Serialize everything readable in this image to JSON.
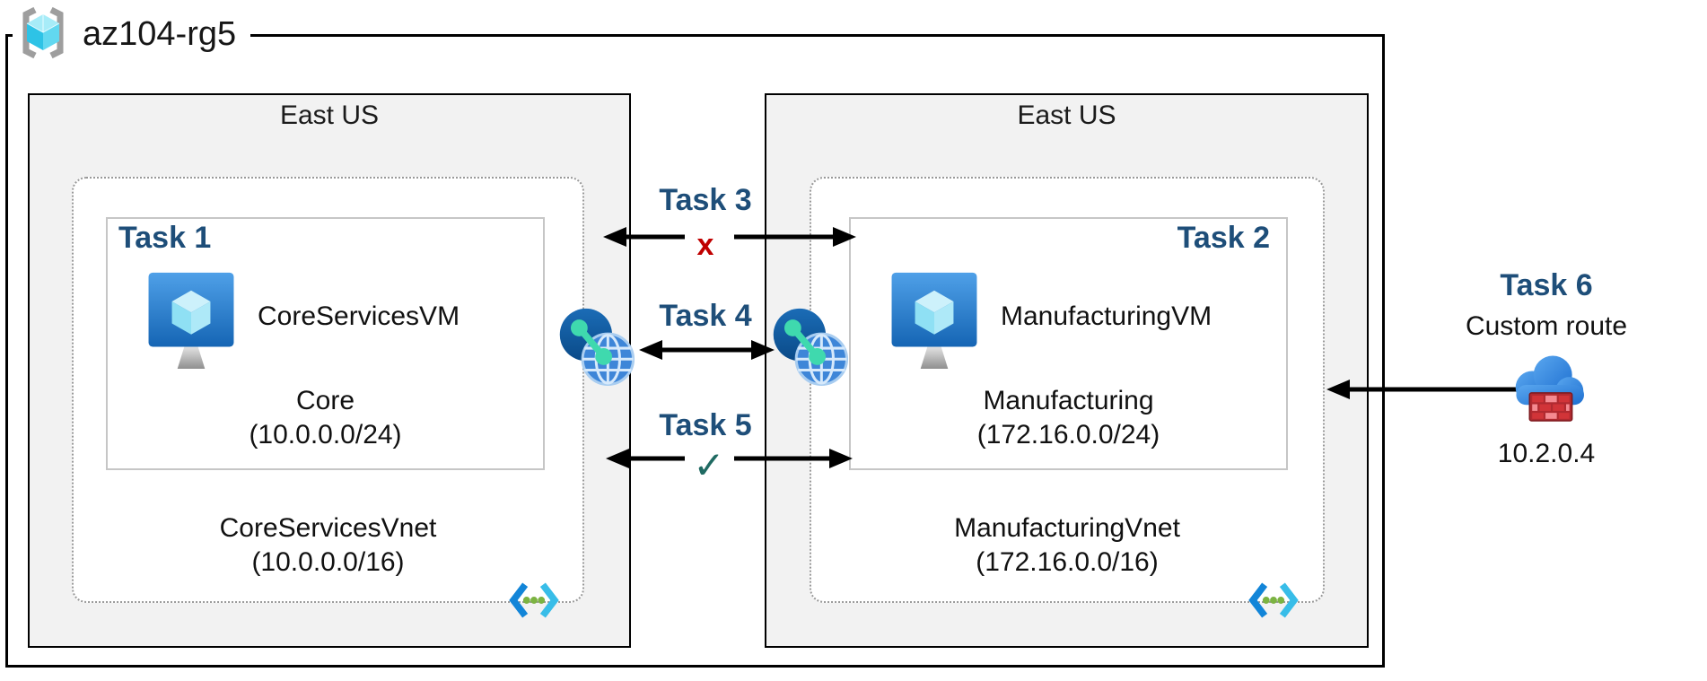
{
  "resource_group": {
    "label": "az104-rg5"
  },
  "regions": {
    "left": {
      "label": "East US"
    },
    "right": {
      "label": "East US"
    }
  },
  "left_vnet": {
    "task_label": "Task 1",
    "vm_name": "CoreServicesVM",
    "subnet_name": "Core",
    "subnet_cidr": "(10.0.0.0/24)",
    "vnet_name": "CoreServicesVnet",
    "vnet_cidr": "(10.0.0.0/16)"
  },
  "right_vnet": {
    "task_label": "Task 2",
    "vm_name": "ManufacturingVM",
    "subnet_name": "Manufacturing",
    "subnet_cidr": "(172.16.0.0/24)",
    "vnet_name": "ManufacturingVnet",
    "vnet_cidr": "(172.16.0.0/16)"
  },
  "connections": {
    "task3": {
      "label": "Task 3",
      "symbol": "x"
    },
    "task4": {
      "label": "Task 4"
    },
    "task5": {
      "label": "Task 5",
      "symbol": "✓"
    }
  },
  "custom_route": {
    "task_label": "Task 6",
    "name": "Custom route",
    "next_hop_ip": "10.2.0.4"
  },
  "icons": {
    "resource_group": "azure-resource-group (cube in brackets)",
    "vm": "azure-virtual-machine (blue monitor with cube)",
    "vnet_peering": "vnet-peering (globe with linked dots)",
    "vnet": "virtual-network (angle brackets with dots)",
    "custom_route_appliance": "cloud-with-firewall-bricks"
  },
  "colors": {
    "task_label_navy": "#1e4e79",
    "blocked_x_red": "#c00000",
    "allowed_check_teal": "#1f6a62",
    "region_fill": "#f2f2f2",
    "azure_blue": "#2f7fd4"
  }
}
